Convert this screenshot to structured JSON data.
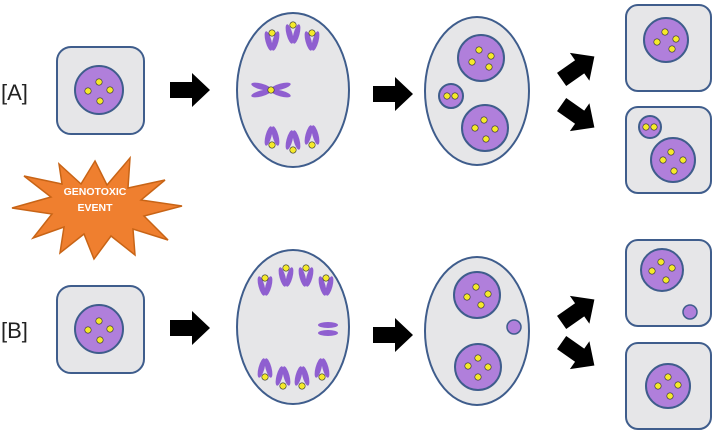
{
  "labels": {
    "row_a": "[A]",
    "row_b": "[B]"
  },
  "event": {
    "line1": "GENOTOXIC",
    "line2": "EVENT"
  },
  "colors": {
    "cell_fill": "#e6e6e8",
    "outline": "#3f5d8c",
    "nucleus": "#b07fdb",
    "chromosome": "#8f5fd0",
    "centromere": "#f5ea2a",
    "arrow": "#000000",
    "star": "#ef7f2f"
  }
}
